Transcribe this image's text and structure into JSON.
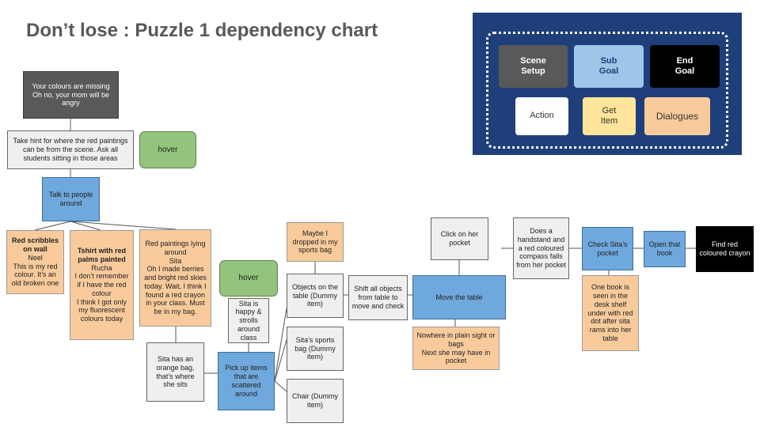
{
  "title": "Don’t lose : Puzzle 1 dependency chart",
  "legend": {
    "scene_setup": "Scene\nSetup",
    "sub_goal": "Sub\nGoal",
    "end_goal": "End\nGoal",
    "action": "Action",
    "get_item": "Get\nItem",
    "dialogues": "Dialogues",
    "colors": {
      "panel": "#1f3f7a",
      "scene_setup": "#595959",
      "sub_goal": "#9fc5e8",
      "end_goal": "#000000",
      "action": "#ffffff",
      "get_item": "#ffe599",
      "dialogues": "#f9cb9c"
    }
  },
  "nodes": {
    "colours_missing": "Your colours are missing\nOh no, your mom will be angry",
    "take_hint": "Take hint for where the red paintings can be from the scene. Ask all students sitting in those areas",
    "hover1": "hover",
    "talk_people": "Talk to people around",
    "neel_title": "Red scribbles on wall",
    "neel_body": "Neel\nThis is my red colour. It’s an old broken one",
    "rucha_title": "Tshirt with red palms painted",
    "rucha_body": "Rucha\nI don’t remember if I have the red colour\nI think I got only my fluorescent colours today",
    "sita_dialog": "Red paintings lying around\nSita\nOh I made berries and bright red skies today. Wait, I think I found a red crayon in your class. Must be in my bag.",
    "hover2": "hover",
    "sita_happy": "Sita is happy & strolls around class",
    "sita_bag": "Sita has an orange bag, that’s where she sits",
    "pick_up": "Pick up items that are scattered around",
    "maybe_dropped": "Maybe I dropped in my sports bag",
    "objects_table": "Objects on the table (Dummy item)",
    "sports_bag": "Sita’s sports bag (Dummy item)",
    "chair": "Chair (Dummy item)",
    "shift_objects": "Shift all objects from table to move and check",
    "click_pocket": "Click on her pocket",
    "move_table": "Move the table",
    "nowhere": "Nowhere in plain sight or bags\nNext she may have in pocket",
    "handstand": "Does a handstand and a red coloured compass falls from her pocket",
    "check_pocket": "Check Sita’s pocket",
    "one_book": "One book is seen in the desk shelf under with red dot after sita rams into her table",
    "open_book": "Open that book",
    "find_crayon": "Find red coloured crayon"
  }
}
